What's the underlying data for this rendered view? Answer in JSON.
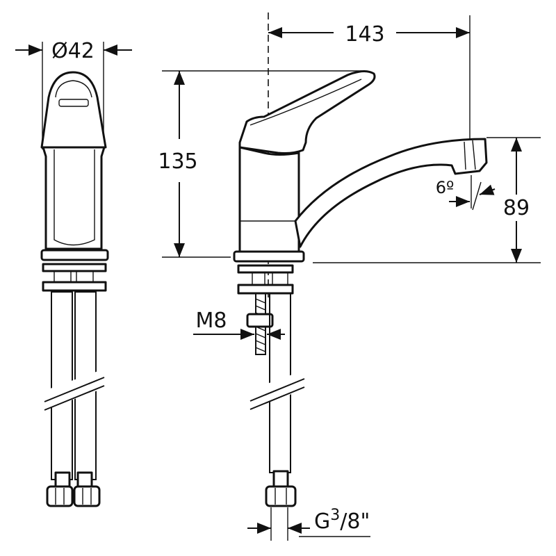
{
  "dimensions": {
    "diameter": "Ø42",
    "width": "143",
    "height": "135",
    "spout_height": "89",
    "spout_angle": "6º",
    "stud_thread": "M8",
    "hose_thread_prefix": "G",
    "hose_thread_sup": "3",
    "hose_thread_suffix": "/8\""
  }
}
